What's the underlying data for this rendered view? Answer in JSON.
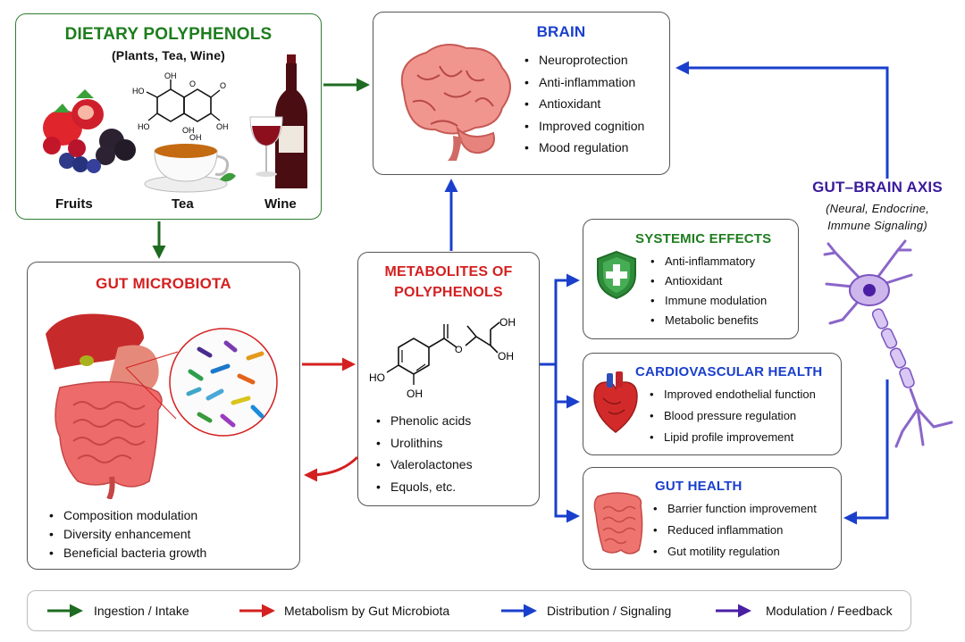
{
  "polyphenols": {
    "title": "DIETARY POLYPHENOLS",
    "subtitle": "(Plants, Tea, Wine)",
    "labels": [
      "Fruits",
      "Tea",
      "Wine"
    ],
    "structure_labels": [
      "HO",
      "OH",
      "O",
      "OH",
      "HO",
      "OH",
      "O",
      "OH"
    ]
  },
  "brain": {
    "title": "BRAIN",
    "items": [
      "Neuroprotection",
      "Anti-inflammation",
      "Antioxidant",
      "Improved cognition",
      "Mood regulation"
    ]
  },
  "gut_brain_axis": {
    "title": "GUT–BRAIN AXIS",
    "subtitle_line1": "(Neural, Endocrine,",
    "subtitle_line2": "Immune Signaling)"
  },
  "gut_microbiota": {
    "title": "GUT MICROBIOTA",
    "items": [
      "Composition modulation",
      "Diversity enhancement",
      "Beneficial bacteria growth"
    ]
  },
  "metabolites": {
    "title_line1": "METABOLITES OF",
    "title_line2": "POLYPHENOLS",
    "structure_labels": [
      "HO",
      "OH",
      "OH",
      "OH"
    ],
    "items": [
      "Phenolic acids",
      "Urolithins",
      "Valerolactones",
      "Equols, etc."
    ]
  },
  "systemic": {
    "title": "SYSTEMIC EFFECTS",
    "items": [
      "Anti-inflammatory",
      "Antioxidant",
      "Immune modulation",
      "Metabolic benefits"
    ]
  },
  "cardio": {
    "title": "CARDIOVASCULAR HEALTH",
    "items": [
      "Improved endothelial function",
      "Blood pressure regulation",
      "Lipid profile improvement"
    ]
  },
  "gut_health": {
    "title": "GUT HEALTH",
    "items": [
      "Barrier function improvement",
      "Reduced inflammation",
      "Gut motility regulation"
    ]
  },
  "legend": {
    "items": [
      {
        "label": "Ingestion / Intake",
        "color": "#1e6b21"
      },
      {
        "label": "Metabolism by Gut Microbiota",
        "color": "#d42020"
      },
      {
        "label": "Distribution / Signaling",
        "color": "#1a3fcc"
      },
      {
        "label": "Modulation / Feedback",
        "color": "#4b1fa3"
      }
    ]
  },
  "colors": {
    "green": "#1e6b21",
    "red": "#d42020",
    "blue": "#1a3fcc",
    "purple": "#4b1fa3",
    "dark_green_title": "#1e7d1e",
    "brain_title": "#1a3fcc",
    "red_title": "#d42020"
  }
}
